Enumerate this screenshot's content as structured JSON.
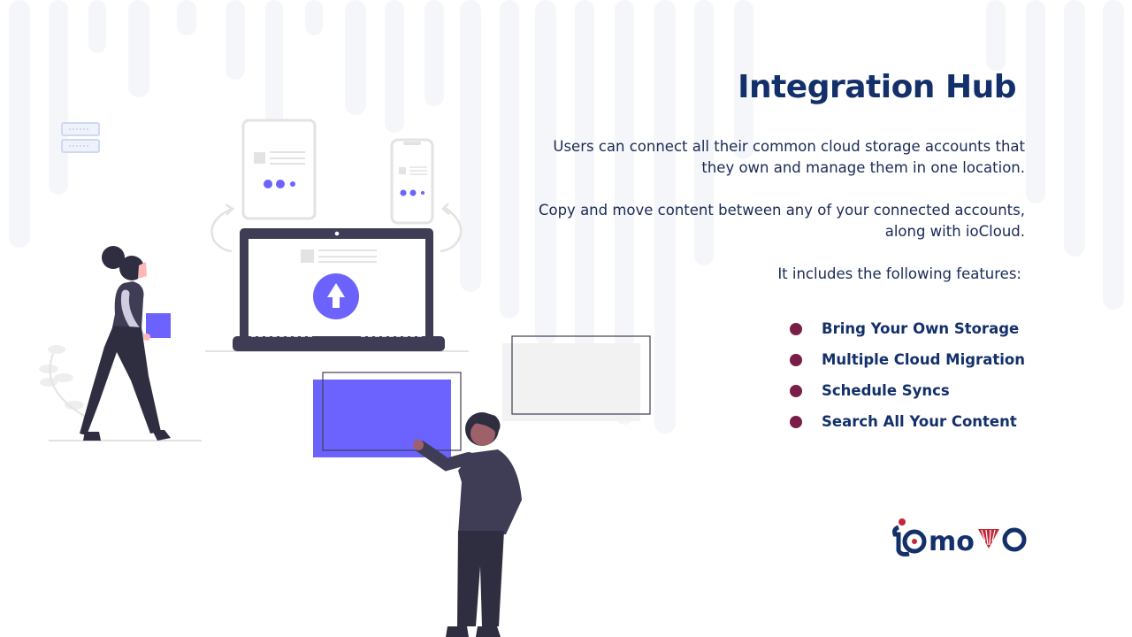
{
  "slide": {
    "title": "Integration Hub",
    "paragraphs": [
      "Users can connect all their common cloud storage accounts that they own and manage them in one location.",
      "Copy and move content between any of your connected accounts, along with ioCloud.",
      "It includes the following features:"
    ],
    "features": [
      "Bring Your Own Storage",
      "Multiple Cloud Migration",
      "Schedule Syncs",
      "Search All Your Content"
    ]
  },
  "logo": {
    "text": "iomovo",
    "icon": "iomovo-logo"
  },
  "icons": [
    "upload-arrow-icon",
    "server-rack-icon",
    "laptop-icon",
    "tablet-icon",
    "phone-icon",
    "sync-arrow-icon"
  ],
  "colors": {
    "title": "#13306b",
    "text": "#1a2a57",
    "bullet": "#7a1d48",
    "accent": "#6c63ff",
    "illustration_dark": "#3f3d56",
    "logo_red": "#c3283b"
  }
}
